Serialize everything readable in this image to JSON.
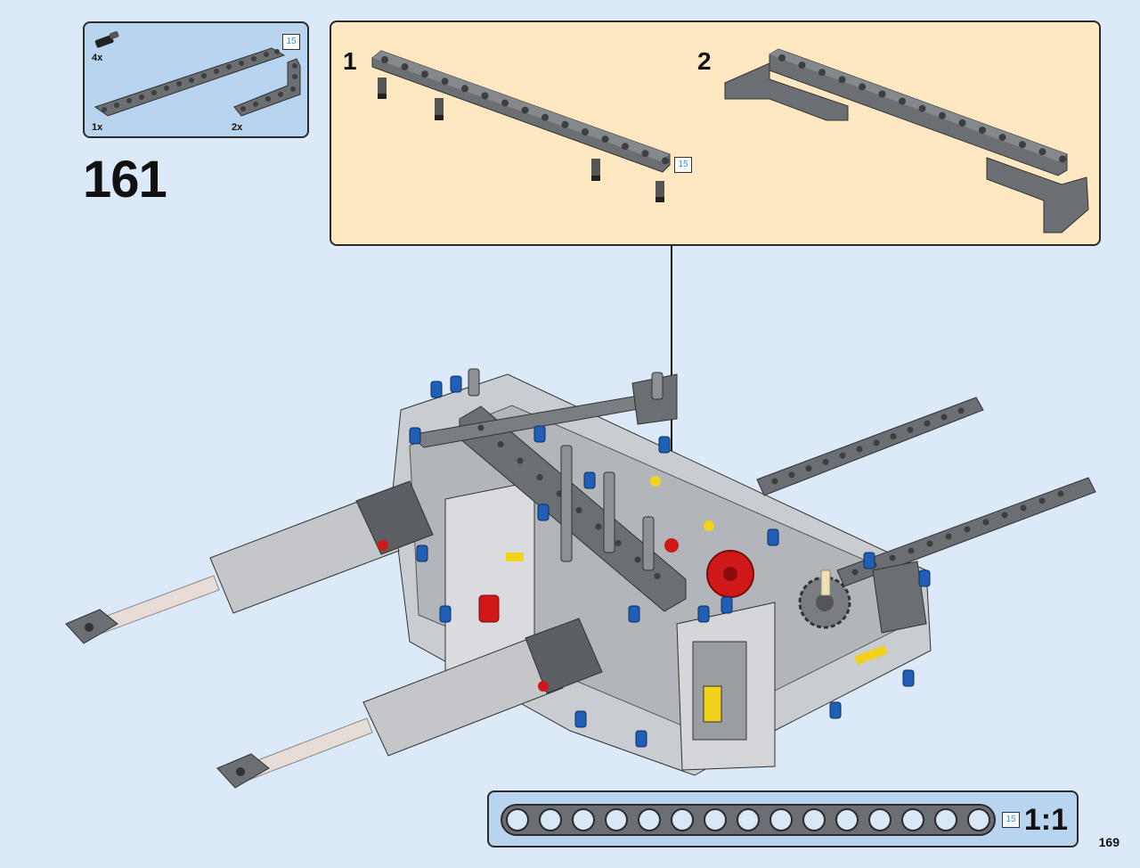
{
  "page": {
    "number": "169"
  },
  "step": {
    "number": "161"
  },
  "parts_list": {
    "items": [
      {
        "qty": "4x",
        "part": "black-axle-pin"
      },
      {
        "qty": "1x",
        "part": "long-beam",
        "length": "15"
      },
      {
        "qty": "2x",
        "part": "l-shaped-beam"
      }
    ]
  },
  "callout": {
    "substeps": [
      {
        "number": "1",
        "length_label": "15"
      },
      {
        "number": "2"
      }
    ]
  },
  "ruler": {
    "length_label": "15",
    "scale": "1:1",
    "holes": 15
  },
  "colors": {
    "page_bg": "#dbe9f8",
    "parts_box": "#b9d4ef",
    "callout_bg": "#fde8c2",
    "beam_gray": "#6b6e72",
    "light_gray": "#c9ccd0",
    "accent_blue": "#1f5fb8",
    "accent_red": "#d01818",
    "accent_yellow": "#f2d21a"
  }
}
